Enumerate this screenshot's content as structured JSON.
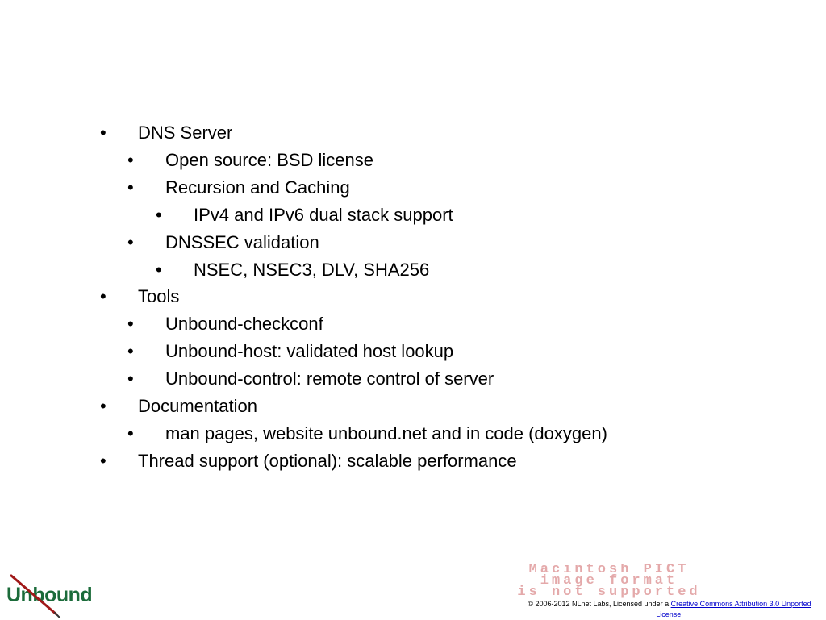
{
  "bullets": [
    {
      "level": 1,
      "text": "DNS Server"
    },
    {
      "level": 2,
      "text": "Open source: BSD license"
    },
    {
      "level": 2,
      "text": "Recursion and Caching"
    },
    {
      "level": 3,
      "text": "IPv4 and IPv6 dual stack support"
    },
    {
      "level": 2,
      "text": "DNSSEC validation"
    },
    {
      "level": 3,
      "text": "NSEC, NSEC3, DLV, SHA256"
    },
    {
      "level": 1,
      "text": "Tools"
    },
    {
      "level": 2,
      "text": "Unbound-checkconf"
    },
    {
      "level": 2,
      "text": "Unbound-host: validated host lookup"
    },
    {
      "level": 2,
      "text": "Unbound-control: remote control of server"
    },
    {
      "level": 1,
      "text": "Documentation"
    },
    {
      "level": 2,
      "text": "man pages, website unbound.net and in code (doxygen)"
    },
    {
      "level": 1,
      "text": "Thread support (optional): scalable performance"
    }
  ],
  "bullet_char": "•",
  "logo": {
    "text": "Unbound",
    "color": "#1b6b3a",
    "icon": "red-pen-icon"
  },
  "placeholder": {
    "lines": [
      "Macintosh PICT",
      "image format",
      "is not supported"
    ],
    "color": "#e4a9aa"
  },
  "footer": {
    "prefix": "© 2006-2012 NLnet Labs, Licensed under a ",
    "link_text": "Creative Commons Attribution 3.0 Unported License",
    "suffix": "."
  }
}
